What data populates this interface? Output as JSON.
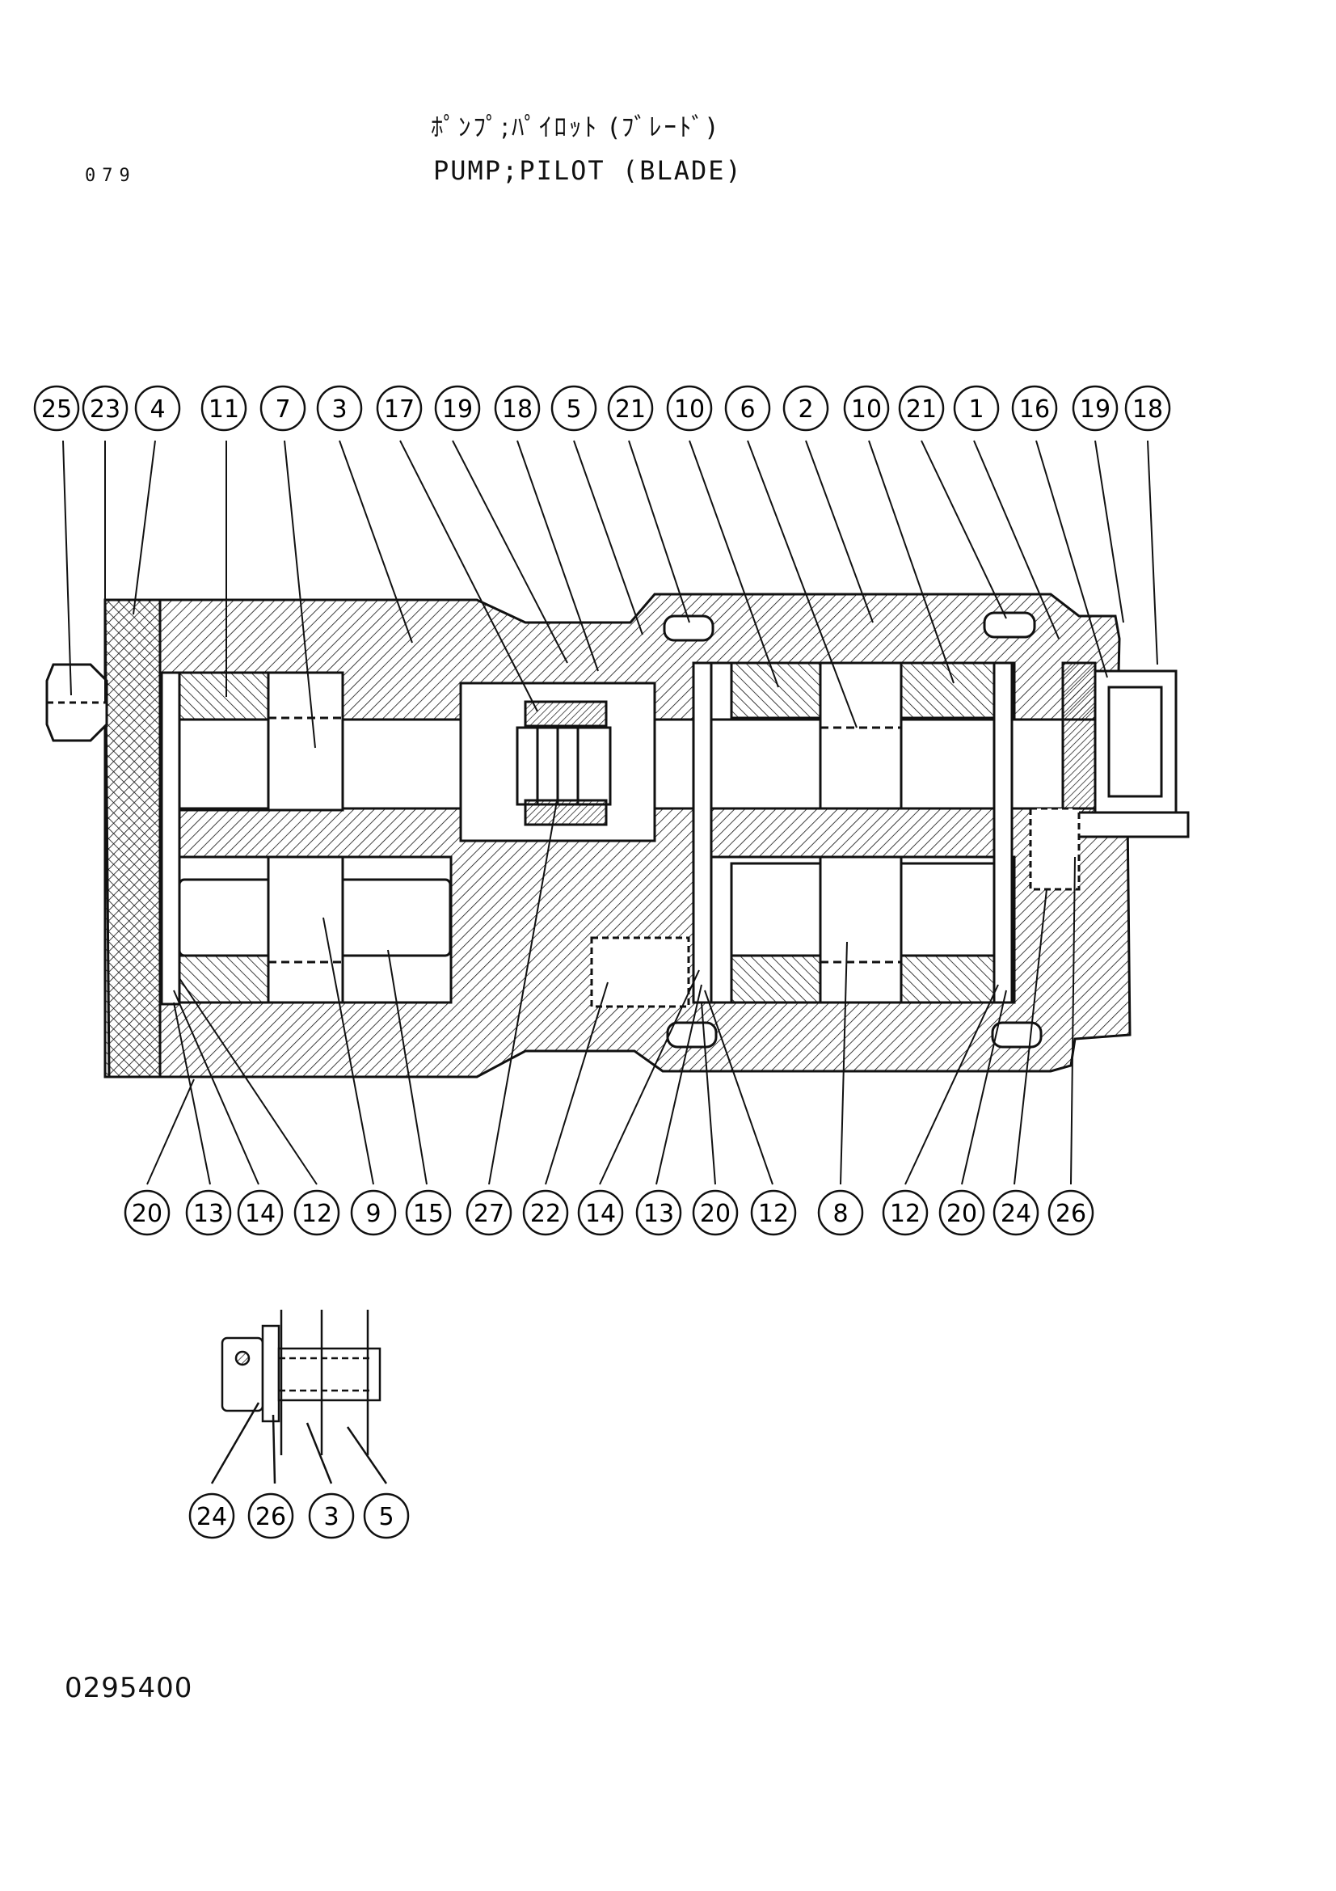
{
  "header": {
    "page_code": "079",
    "title_jp": "ﾎﾟﾝﾌﾟ;ﾊﾟｲﾛｯﾄ (ﾌﾞﾚｰﾄﾞ)",
    "title_en": "PUMP;PILOT (BLADE)"
  },
  "drawing_number": "0295400",
  "callouts_top": [
    "25",
    "23",
    "4",
    "11",
    "7",
    "3",
    "17",
    "19",
    "18",
    "5",
    "21",
    "10",
    "6",
    "2",
    "10",
    "21",
    "1",
    "16",
    "19",
    "18"
  ],
  "callouts_bottom": [
    "20",
    "13",
    "14",
    "12",
    "9",
    "15",
    "27",
    "22",
    "14",
    "13",
    "20",
    "12",
    "8",
    "12",
    "20",
    "24",
    "26"
  ],
  "callouts_detail": [
    "24",
    "26",
    "3",
    "5"
  ],
  "colors": {
    "ink": "#111111",
    "paper": "#ffffff"
  }
}
